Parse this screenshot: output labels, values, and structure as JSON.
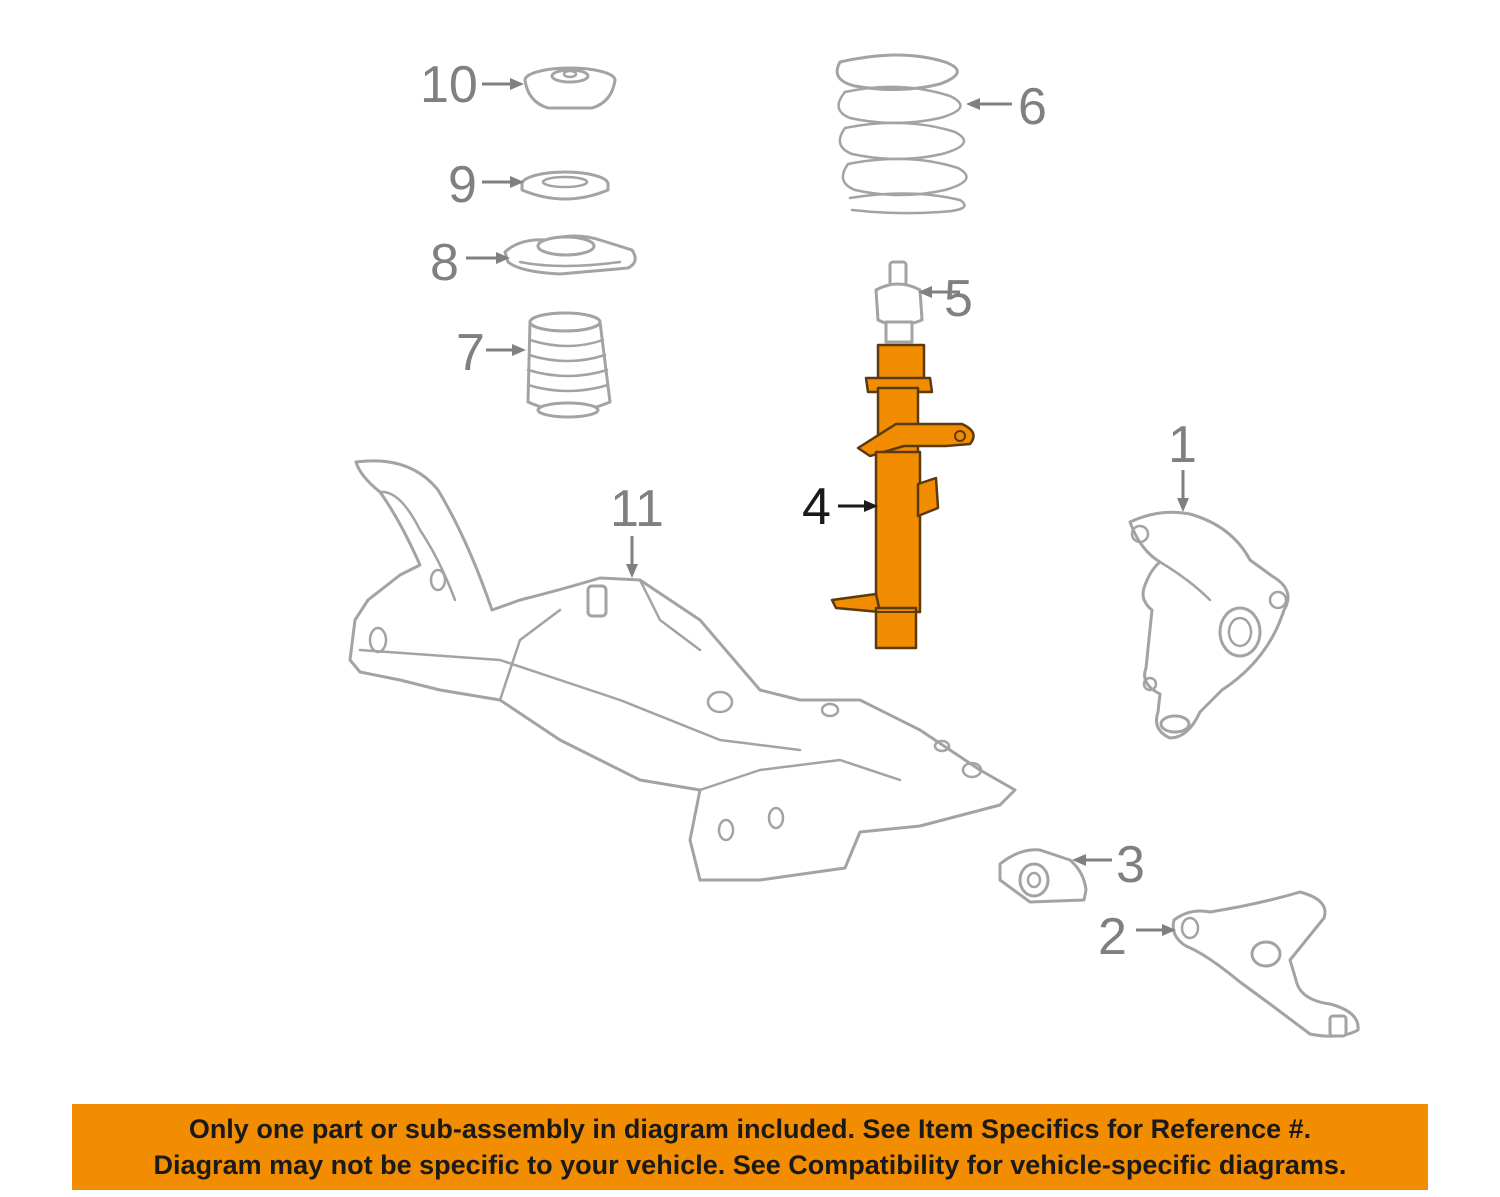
{
  "callouts": {
    "c1": "1",
    "c2": "2",
    "c3": "3",
    "c4": "4",
    "c5": "5",
    "c6": "6",
    "c7": "7",
    "c8": "8",
    "c9": "9",
    "c10": "10",
    "c11": "11"
  },
  "highlighted_callout": "4",
  "colors": {
    "highlight": "#f28c00",
    "outline": "#a3a3a3",
    "callout_text": "#808080"
  },
  "disclaimer": {
    "line1": "Only one part or sub-assembly in diagram included. See Item Specifics for Reference #.",
    "line2": "Diagram may not be specific to your vehicle. See Compatibility for vehicle-specific diagrams."
  }
}
